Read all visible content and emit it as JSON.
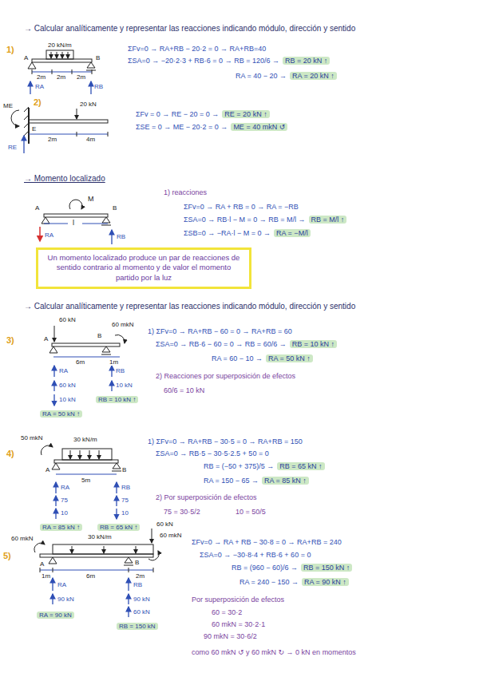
{
  "diagram": {
    "nodes": [
      {
        "text": [
          "Un momento localizado produce un par de reacciones de sentido contrario al momento y de valor el momento partido por la luz"
        ]
      }
    ],
    "labels": [
      "→ Calcular analíticamente y representar las reacciones indicando módulo, dirección y sentido",
      "1)",
      "20 kN/m",
      "A",
      "B",
      "2m",
      "2m",
      "2m",
      "RA",
      "RB",
      "ΣFv=0 → RA+RB − 20·2 = 0 → RA+RB=40",
      "ΣSA=0 → −20·2·3 + RB·6 = 0 → RB = 120/6 →",
      "RB = 20 kN ↑",
      "RA = 40 − 20 →",
      "RA = 20 kN ↑",
      "2)",
      "ME",
      "20 kN",
      "E",
      "RE",
      "2m",
      "4m",
      "ΣFv = 0 → RE − 20 = 0 →",
      "RE = 20 kN ↑",
      "ΣSE = 0 → ME − 20·2 = 0 →",
      "ME = 40 mkN ↺",
      "→ Momento localizado",
      "M",
      "A",
      "B",
      "l",
      "RA",
      "RB",
      "1) reacciones",
      "ΣFv=0 → RA + RB = 0 → RA = −RB",
      "ΣSA=0 → RB·l − M = 0 → RB = M/l →",
      "RB = M/l ↑",
      "ΣSB=0 → −RA·l − M = 0 →",
      "RA = −M/l",
      "→ Calcular analíticamente y representar las reacciones indicando módulo, dirección y sentido",
      "3)",
      "60 kN",
      "60 mkN",
      "A",
      "B",
      "6m",
      "1m",
      "RA",
      "RB",
      "60 kN",
      "10 kN",
      "10 kN",
      "RB = 10 kN ↑",
      "RA = 50 kN ↑",
      "1) ΣFv=0 → RA+RB − 60 = 0 → RA+RB = 60",
      "ΣSA=0 → RB·6 − 60 = 0 → RB = 60/6 →",
      "RB = 10 kN ↑",
      "RA = 60 − 10 →",
      "RA = 50 kN ↑",
      "2) Reacciones por superposición de efectos",
      "60/6 = 10 kN",
      "4)",
      "50 mkN",
      "30 kN/m",
      "A",
      "B",
      "5m",
      "RA",
      "RB",
      "75",
      "75",
      "10",
      "10",
      "RA = 85 kN ↑",
      "RB = 65 kN ↑",
      "1) ΣFv=0 → RA+RB − 30·5 = 0 → RA+RB = 150",
      "ΣSA=0 → RB·5 − 30·5·2.5 + 50 = 0",
      "RB = (−50 + 375)/5 →",
      "RB = 65 kN ↑",
      "RA = 150 − 65 →",
      "RA = 85 kN ↑",
      "2) Por superposición de efectos",
      "75 = 30·5/2",
      "10 = 50/5",
      "5)",
      "60 mkN",
      "30 kN/m",
      "60 kN",
      "60 mkN",
      "A",
      "B",
      "1m",
      "6m",
      "2m",
      "RA",
      "RB",
      "90 kN",
      "90 kN",
      "60 kN",
      "RA = 90 kN",
      "RB = 150 kN",
      "ΣFv=0 → RA + RB − 30·8 = 0 → RA+RB = 240",
      "ΣSA=0 → −30·8·4 + RB·6 + 60 = 0",
      "RB = (960 − 60)/6 →",
      "RB = 150 kN ↑",
      "RA = 240 − 150 →",
      "RA = 90 kN ↑",
      "Por superposición de efectos",
      "60 = 30·2",
      "60 mkN = 30·2·1",
      "90 mkN = 30·6/2",
      "como 60 mkN ↺ y 60 mkN ↻ → 0 kN en momentos"
    ]
  }
}
